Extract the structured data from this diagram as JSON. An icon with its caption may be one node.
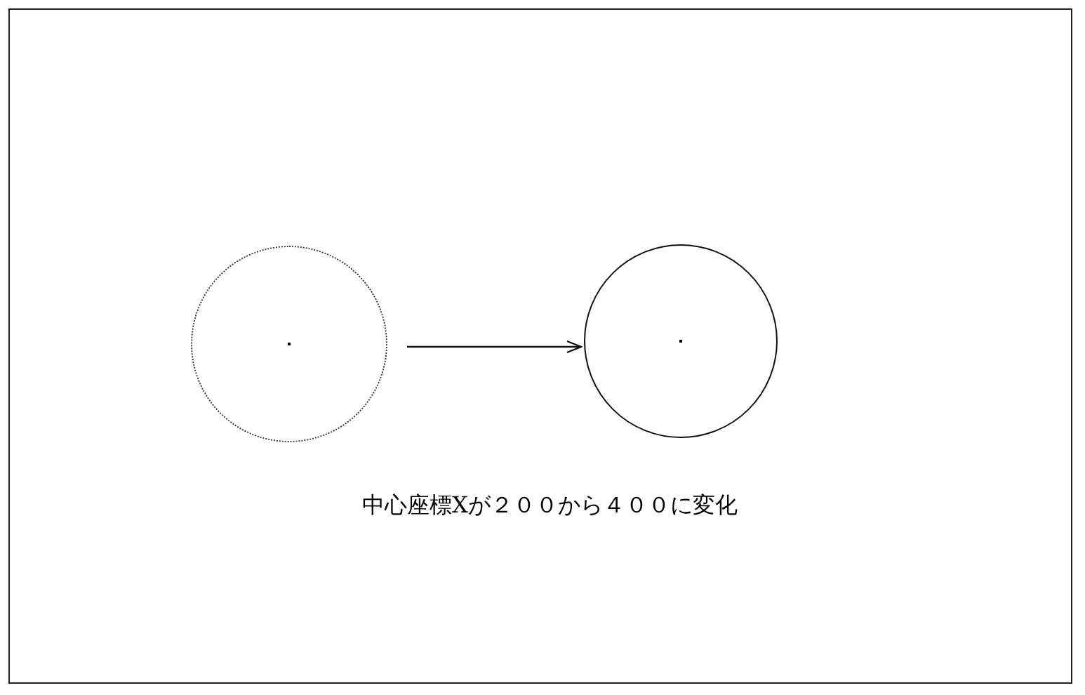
{
  "diagram": {
    "nodes": [
      {
        "text": [],
        "shape": "circle"
      },
      {
        "text": [],
        "shape": "circle"
      }
    ],
    "edges": [
      {
        "from": 0,
        "to": 1,
        "arrow": "to"
      }
    ],
    "labels": [
      "中心座標Xが２００から４００に変化"
    ]
  }
}
